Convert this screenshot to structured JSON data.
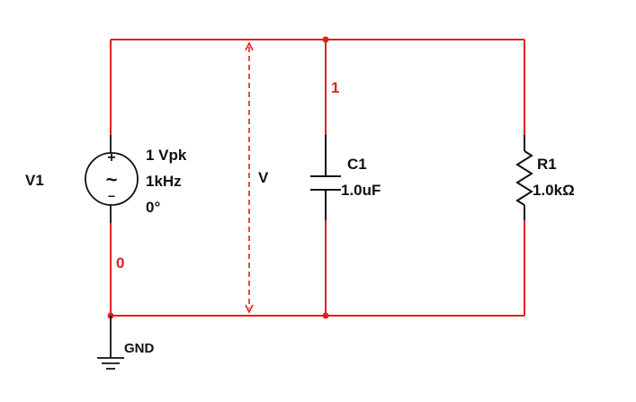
{
  "colors": {
    "wire": "#e02020",
    "component": "#111111",
    "background": "#ffffff",
    "node_label": "#e02020"
  },
  "source": {
    "name": "V1",
    "amplitude": "1 Vpk",
    "frequency": "1kHz",
    "phase": "0°",
    "plus_sign": "+",
    "minus_sign": "−",
    "wave_glyph": "~",
    "icon": "ac-voltage-source-icon"
  },
  "capacitor": {
    "name": "C1",
    "value": "1.0uF",
    "icon": "capacitor-icon"
  },
  "resistor": {
    "name": "R1",
    "value": "1.0kΩ",
    "icon": "resistor-icon"
  },
  "probe": {
    "label": "V",
    "icon": "voltage-probe-arrow-icon"
  },
  "nodes": {
    "top": "1",
    "bottom": "0"
  },
  "ground": {
    "label": "GND",
    "icon": "ground-icon"
  }
}
